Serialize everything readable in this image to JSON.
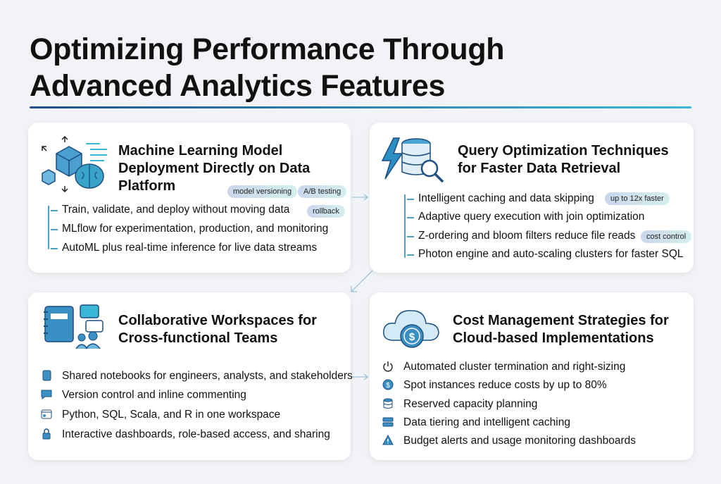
{
  "title": [
    "Optimizing Performance Through",
    "Advanced Analytics Features"
  ],
  "colors": {
    "accent": "#2a7fb8",
    "teal": "#3ab7d6",
    "dark": "#1f4f8f"
  },
  "cards": [
    {
      "title": "Machine Learning Model Deployment Directly on Data Platform",
      "icon": "cube-brain-icon",
      "tags": [
        "model versioning",
        "A/B testing",
        "rollback"
      ],
      "items": [
        "Train, validate, and deploy without moving data",
        "MLflow for experimentation, production, and monitoring",
        "AutoML plus real-time inference for live data streams"
      ]
    },
    {
      "title": "Query Optimization Techniques for Faster Data Retrieval",
      "icon": "lightning-database-search-icon",
      "tags": [
        "up to 12x faster",
        "cost control"
      ],
      "items": [
        "Intelligent caching and data skipping",
        "Adaptive query execution with join optimization",
        "Z-ordering and bloom filters reduce file reads",
        "Photon engine and auto-scaling clusters for faster SQL"
      ]
    },
    {
      "title": "Collaborative Workspaces for Cross-functional Teams",
      "icon": "notebook-chat-team-icon",
      "items": [
        {
          "text": "Shared notebooks for engineers, analysts, and stakeholders",
          "icon": "notebook-icon"
        },
        {
          "text": "Version control and inline commenting",
          "icon": "comment-icon"
        },
        {
          "text": "Python, SQL, Scala, and R in one workspace",
          "icon": "code-window-icon"
        },
        {
          "text": "Interactive dashboards, role-based access, and sharing",
          "icon": "lock-icon"
        }
      ]
    },
    {
      "title": "Cost Management Strategies for Cloud-based Implementations",
      "icon": "cloud-dollar-icon",
      "items": [
        {
          "text": "Automated cluster termination and right-sizing",
          "icon": "power-icon"
        },
        {
          "text": "Spot instances reduce costs by up to 80%",
          "icon": "dollar-coin-icon"
        },
        {
          "text": "Reserved capacity planning",
          "icon": "database-icon"
        },
        {
          "text": "Data tiering and intelligent caching",
          "icon": "server-icon"
        },
        {
          "text": "Budget alerts and usage monitoring dashboards",
          "icon": "warning-icon"
        }
      ]
    }
  ]
}
